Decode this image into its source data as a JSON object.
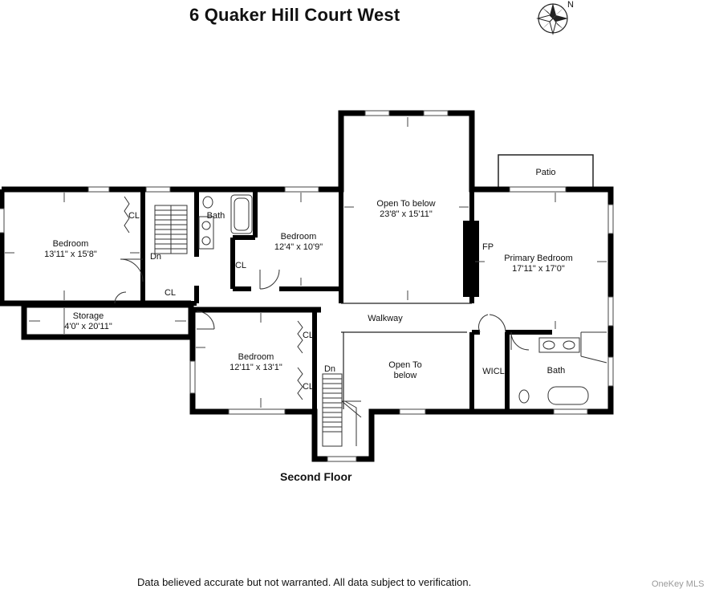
{
  "title": "6 Quaker Hill Court  West",
  "floor_label": "Second Floor",
  "disclaimer": "Data believed accurate but not warranted. All data subject to verification.",
  "watermark": "OneKey MLS",
  "compass": {
    "label": "N",
    "icon": "compass-rose-icon"
  },
  "rooms": {
    "bedroom_left": {
      "name": "Bedroom",
      "dims": "13'11\" x 15'8\""
    },
    "storage": {
      "name": "Storage",
      "dims": "4'0\" x 20'11\""
    },
    "bath_upper": {
      "name": "Bath"
    },
    "bedroom_middle": {
      "name": "Bedroom",
      "dims": "12'4\" x 10'9\""
    },
    "open_to_below_top": {
      "name": "Open To below",
      "dims": "23'8\" x 15'11\""
    },
    "patio": {
      "name": "Patio"
    },
    "fireplace": {
      "name": "FP"
    },
    "primary_bedroom": {
      "name": "Primary Bedroom",
      "dims": "17'11\" x 17'0\""
    },
    "walkway": {
      "name": "Walkway"
    },
    "bedroom_lower": {
      "name": "Bedroom",
      "dims": "12'11\" x 13'1\""
    },
    "open_to_below_lower": {
      "line1": "Open To",
      "line2": "below"
    },
    "wicl": {
      "name": "WICL"
    },
    "bath_primary": {
      "name": "Bath"
    }
  },
  "closets": [
    "CL",
    "CL",
    "CL",
    "CL",
    "CL"
  ],
  "stairs": [
    "Dn",
    "Dn"
  ]
}
